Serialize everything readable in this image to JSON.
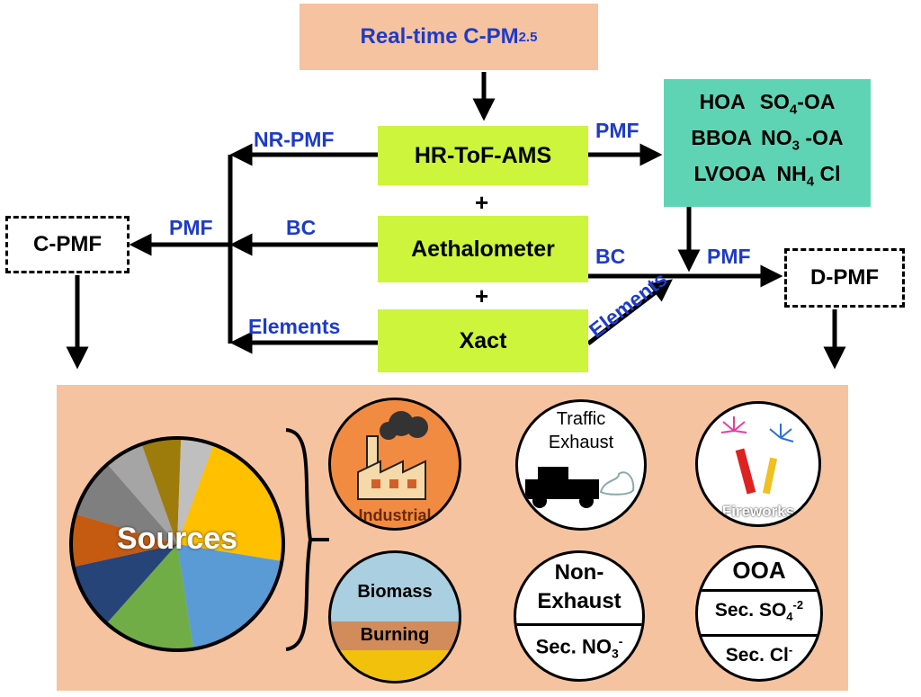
{
  "top_box": {
    "main": "Real-time C-PM",
    "sub": "2.5"
  },
  "instruments": [
    "HR-ToF-AMS",
    "Aethalometer",
    "Xact"
  ],
  "plus_sign": "+",
  "labels": {
    "nr_pmf": "NR-PMF",
    "pmf_left": "PMF",
    "bc_left": "BC",
    "elements_left": "Elements",
    "pmf_right": "PMF",
    "bc_right": "BC",
    "pmf_dpmf": "PMF",
    "elements_diag": "Elements"
  },
  "cpmf": "C-PMF",
  "dpmf": "D-PMF",
  "factors": [
    {
      "a": "HOA",
      "b": "SO",
      "b_sub": "4",
      "b_rest": "-OA"
    },
    {
      "a": "BBOA",
      "b": "NO",
      "b_sub": "3",
      "b_rest": " -OA"
    },
    {
      "a": "LVOOA",
      "b": "NH",
      "b_sub": "4",
      "b_rest": " Cl"
    }
  ],
  "pie": {
    "label": "Sources",
    "values": [
      22,
      20,
      14,
      10,
      8,
      9,
      6,
      6,
      5
    ]
  },
  "pie_colors": [
    "#ffc000",
    "#5b9bd5",
    "#70ad47",
    "#264478",
    "#c55a11",
    "#7f7f7f",
    "#a5a5a5",
    "#9e7c0c",
    "#bfbfbf"
  ],
  "sources": {
    "industrial": "Industrial",
    "traffic_line1": "Traffic",
    "traffic_line2": "Exhaust",
    "fireworks": "Fireworks",
    "biomass_line1": "Biomass",
    "biomass_line2": "Burning",
    "nonexhaust_line1": "Non-",
    "nonexhaust_line2": "Exhaust",
    "sec_no3": "Sec. NO",
    "sec_no3_sub": "3",
    "sec_no3_sup": "-",
    "ooa": "OOA",
    "sec_so4": "Sec. SO",
    "sec_so4_sub": "4",
    "sec_so4_sup": "-2",
    "sec_cl": "Sec. Cl",
    "sec_cl_sup": "-"
  },
  "colors": {
    "top_box": "#f6c3a1",
    "instrument": "#ccf53c",
    "factor_box": "#5fd4b4",
    "panel": "#f6c3a1",
    "label_blue": "#1e3bc8"
  }
}
